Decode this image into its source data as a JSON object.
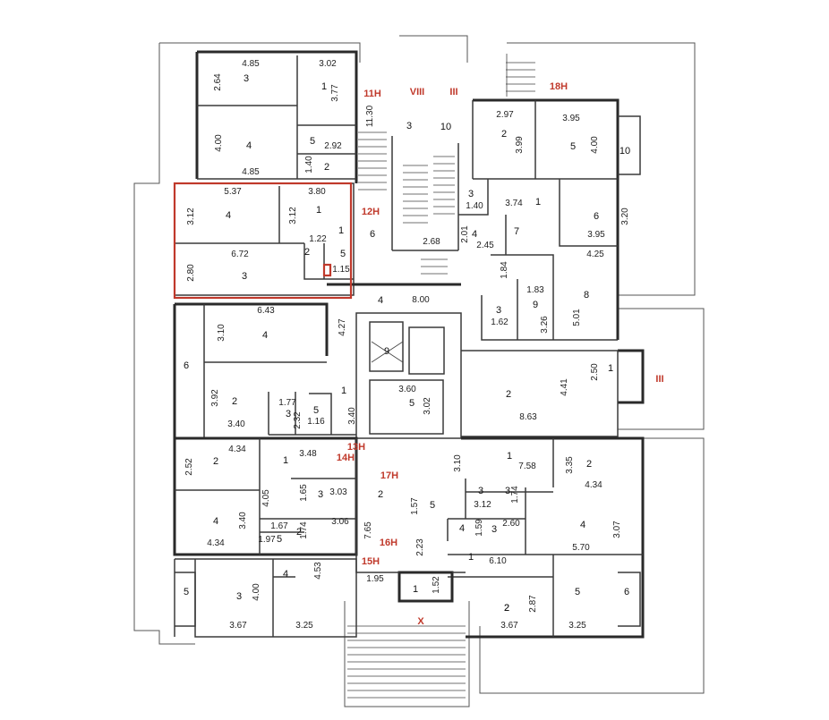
{
  "colors": {
    "walls": "#2a2a2a",
    "highlight": "#c0392b",
    "apartment_labels": "#c0392b"
  },
  "apartment_labels": [
    {
      "id": "11H",
      "t": "11H"
    },
    {
      "id": "VIII",
      "t": "VIII"
    },
    {
      "id": "III-top",
      "t": "III"
    },
    {
      "id": "18H",
      "t": "18H"
    },
    {
      "id": "12H",
      "t": "12H"
    },
    {
      "id": "III-right",
      "t": "III"
    },
    {
      "id": "13H",
      "t": "13H"
    },
    {
      "id": "14H",
      "t": "14H"
    },
    {
      "id": "17H",
      "t": "17H"
    },
    {
      "id": "16H",
      "t": "16H"
    },
    {
      "id": "15H",
      "t": "15H"
    },
    {
      "id": "X",
      "t": "X"
    }
  ],
  "room_numbers": [
    {
      "id": "r1",
      "t": "3"
    },
    {
      "id": "r2",
      "t": "1"
    },
    {
      "id": "r3",
      "t": "4"
    },
    {
      "id": "r4",
      "t": "5"
    },
    {
      "id": "r5",
      "t": "2"
    },
    {
      "id": "r6",
      "t": "3"
    },
    {
      "id": "r7",
      "t": "10"
    },
    {
      "id": "r8",
      "t": "2"
    },
    {
      "id": "r9",
      "t": "5"
    },
    {
      "id": "r10",
      "t": "10"
    },
    {
      "id": "r11",
      "t": "4"
    },
    {
      "id": "r12",
      "t": "1"
    },
    {
      "id": "r13",
      "t": "6"
    },
    {
      "id": "r14",
      "t": "2"
    },
    {
      "id": "r15",
      "t": "5"
    },
    {
      "id": "r16",
      "t": "3"
    },
    {
      "id": "r17",
      "t": "3"
    },
    {
      "id": "r18",
      "t": "4"
    },
    {
      "id": "r19",
      "t": "1"
    },
    {
      "id": "r20",
      "t": "7"
    },
    {
      "id": "r21",
      "t": "6"
    },
    {
      "id": "r22",
      "t": "8"
    },
    {
      "id": "r23",
      "t": "9"
    },
    {
      "id": "r24",
      "t": "3"
    },
    {
      "id": "r25",
      "t": "4"
    },
    {
      "id": "r26",
      "t": "6"
    },
    {
      "id": "r27",
      "t": "4"
    },
    {
      "id": "r28",
      "t": "9"
    },
    {
      "id": "r29",
      "t": "1"
    },
    {
      "id": "r30",
      "t": "2"
    },
    {
      "id": "r31",
      "t": "1"
    },
    {
      "id": "r32",
      "t": "3"
    },
    {
      "id": "r33",
      "t": "5"
    },
    {
      "id": "r34",
      "t": "5"
    },
    {
      "id": "r35",
      "t": "2"
    },
    {
      "id": "r36",
      "t": "1"
    },
    {
      "id": "r37",
      "t": "2"
    },
    {
      "id": "r38",
      "t": "1"
    },
    {
      "id": "r39",
      "t": "2"
    },
    {
      "id": "r40",
      "t": "3"
    },
    {
      "id": "r41",
      "t": "2"
    },
    {
      "id": "r42",
      "t": "3"
    },
    {
      "id": "r43",
      "t": "5"
    },
    {
      "id": "r44",
      "t": "4"
    },
    {
      "id": "r45",
      "t": "2"
    },
    {
      "id": "r46",
      "t": "5"
    },
    {
      "id": "r47",
      "t": "4"
    },
    {
      "id": "r48",
      "t": "3"
    },
    {
      "id": "r49",
      "t": "4"
    },
    {
      "id": "r50",
      "t": "1"
    },
    {
      "id": "r51",
      "t": "3"
    },
    {
      "id": "r52",
      "t": "4"
    },
    {
      "id": "r53",
      "t": "1"
    },
    {
      "id": "r54",
      "t": "1"
    },
    {
      "id": "r55",
      "t": "2"
    },
    {
      "id": "r56",
      "t": "5"
    },
    {
      "id": "r57",
      "t": "6"
    },
    {
      "id": "r58",
      "t": "5"
    },
    {
      "id": "r59",
      "t": "3"
    },
    {
      "id": "r60",
      "t": "2"
    }
  ],
  "dimensions": [
    {
      "id": "d1",
      "t": "4.85"
    },
    {
      "id": "d2",
      "t": "3.02"
    },
    {
      "id": "d3",
      "t": "2.64"
    },
    {
      "id": "d4",
      "t": "3.77"
    },
    {
      "id": "d5",
      "t": "11.30"
    },
    {
      "id": "d6",
      "t": "4.00"
    },
    {
      "id": "d7",
      "t": "4.85"
    },
    {
      "id": "d8",
      "t": "2.92"
    },
    {
      "id": "d9",
      "t": "1.40"
    },
    {
      "id": "d10",
      "t": "2.97"
    },
    {
      "id": "d11",
      "t": "3.99"
    },
    {
      "id": "d12",
      "t": "3.95"
    },
    {
      "id": "d13",
      "t": "4.00"
    },
    {
      "id": "d14",
      "t": "5.37"
    },
    {
      "id": "d15",
      "t": "3.80"
    },
    {
      "id": "d16",
      "t": "3.12"
    },
    {
      "id": "d17",
      "t": "3.12"
    },
    {
      "id": "d18",
      "t": "1.40"
    },
    {
      "id": "d19",
      "t": "3.74"
    },
    {
      "id": "d20",
      "t": "3.20"
    },
    {
      "id": "d21",
      "t": "2.01"
    },
    {
      "id": "d22",
      "t": "2.45"
    },
    {
      "id": "d23",
      "t": "3.95"
    },
    {
      "id": "d24",
      "t": "1.22"
    },
    {
      "id": "d25",
      "t": "2.68"
    },
    {
      "id": "d26",
      "t": "6.72"
    },
    {
      "id": "d27",
      "t": "2.80"
    },
    {
      "id": "d28",
      "t": "1.15"
    },
    {
      "id": "d29",
      "t": "1.84"
    },
    {
      "id": "d30",
      "t": "4.25"
    },
    {
      "id": "d31",
      "t": "1.83"
    },
    {
      "id": "d32",
      "t": "8.00"
    },
    {
      "id": "d33",
      "t": "1.62"
    },
    {
      "id": "d34",
      "t": "3.26"
    },
    {
      "id": "d35",
      "t": "5.01"
    },
    {
      "id": "d36",
      "t": "6.43"
    },
    {
      "id": "d37",
      "t": "4.27"
    },
    {
      "id": "d38",
      "t": "3.10"
    },
    {
      "id": "d39",
      "t": "2.50"
    },
    {
      "id": "d40",
      "t": "4.41"
    },
    {
      "id": "d41",
      "t": "3.60"
    },
    {
      "id": "d42",
      "t": "3.02"
    },
    {
      "id": "d43",
      "t": "3.92"
    },
    {
      "id": "d44",
      "t": "1.77"
    },
    {
      "id": "d45",
      "t": "2.32"
    },
    {
      "id": "d46",
      "t": "1.16"
    },
    {
      "id": "d47",
      "t": "3.40"
    },
    {
      "id": "d48",
      "t": "3.40"
    },
    {
      "id": "d49",
      "t": "8.63"
    },
    {
      "id": "d50",
      "t": "4.34"
    },
    {
      "id": "d51",
      "t": "3.48"
    },
    {
      "id": "d52",
      "t": "2.52"
    },
    {
      "id": "d53",
      "t": "4.05"
    },
    {
      "id": "d54",
      "t": "3.10"
    },
    {
      "id": "d55",
      "t": "7.58"
    },
    {
      "id": "d56",
      "t": "3.35"
    },
    {
      "id": "d57",
      "t": "4.34"
    },
    {
      "id": "d58",
      "t": "1.65"
    },
    {
      "id": "d59",
      "t": "3.03"
    },
    {
      "id": "d60",
      "t": "1.74"
    },
    {
      "id": "d61",
      "t": "3.12"
    },
    {
      "id": "d62",
      "t": "3.40"
    },
    {
      "id": "d63",
      "t": "1.67"
    },
    {
      "id": "d64",
      "t": "1.74"
    },
    {
      "id": "d65",
      "t": "3.06"
    },
    {
      "id": "d66",
      "t": "1.57"
    },
    {
      "id": "d67",
      "t": "7.65"
    },
    {
      "id": "d68",
      "t": "1.59"
    },
    {
      "id": "d69",
      "t": "2.60"
    },
    {
      "id": "d70",
      "t": "3.07"
    },
    {
      "id": "d71",
      "t": "4.34"
    },
    {
      "id": "d72",
      "t": "1.97"
    },
    {
      "id": "d73",
      "t": "2.23"
    },
    {
      "id": "d74",
      "t": "5.70"
    },
    {
      "id": "d75",
      "t": "6.10"
    },
    {
      "id": "d76",
      "t": "4.53"
    },
    {
      "id": "d77",
      "t": "1.52"
    },
    {
      "id": "d78",
      "t": "1.95"
    },
    {
      "id": "d79",
      "t": "4.00"
    },
    {
      "id": "d80",
      "t": "2.87"
    },
    {
      "id": "d81",
      "t": "3.67"
    },
    {
      "id": "d82",
      "t": "3.25"
    },
    {
      "id": "d83",
      "t": "3.67"
    },
    {
      "id": "d84",
      "t": "3.25"
    }
  ]
}
